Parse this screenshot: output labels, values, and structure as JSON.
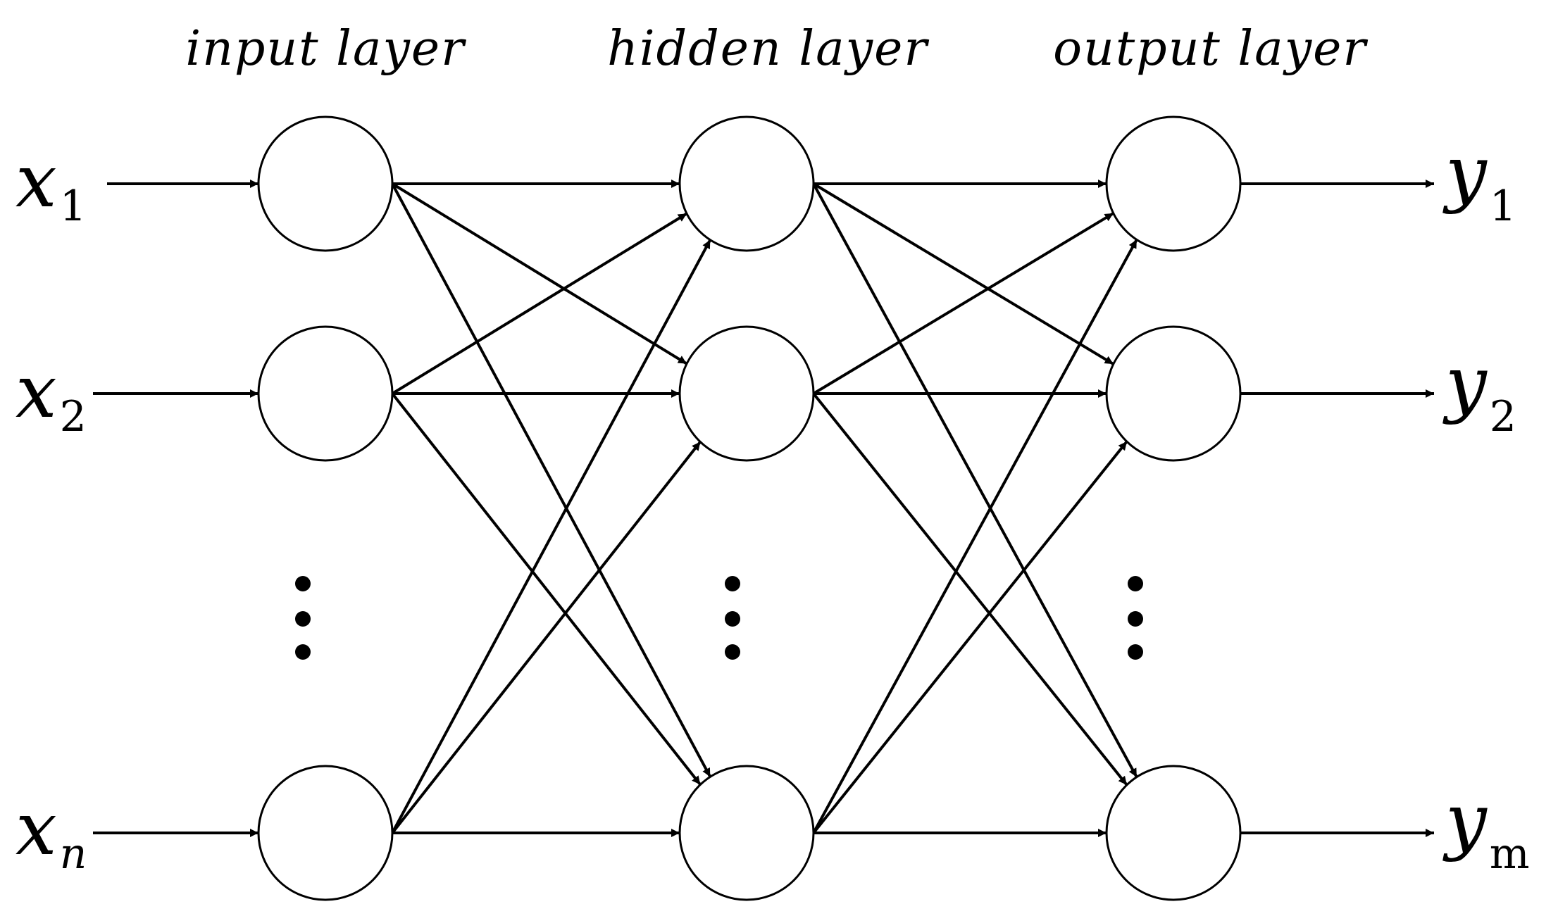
{
  "diagram": {
    "layers": [
      {
        "title": "input layer"
      },
      {
        "title": "hidden layer"
      },
      {
        "title": "output layer"
      }
    ],
    "inputs": [
      {
        "base": "x",
        "sub": "1",
        "sub_italic": false
      },
      {
        "base": "x",
        "sub": "2",
        "sub_italic": false
      },
      {
        "base": "x",
        "sub": "n",
        "sub_italic": true
      }
    ],
    "outputs": [
      {
        "base": "y",
        "sub": "1",
        "sub_italic": false
      },
      {
        "base": "y",
        "sub": "2",
        "sub_italic": false
      },
      {
        "base": "y",
        "sub": "m",
        "sub_italic": false
      }
    ],
    "colors": {
      "stroke": "#000000",
      "node_fill": "#ffffff",
      "background": "#ffffff"
    }
  }
}
